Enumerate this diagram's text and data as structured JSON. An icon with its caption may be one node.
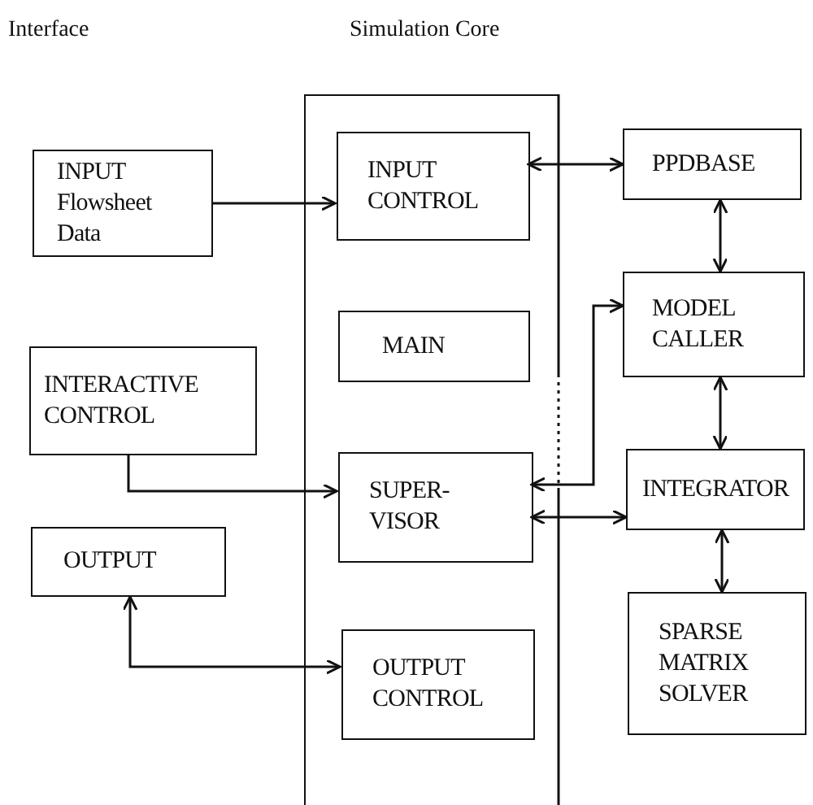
{
  "diagram": {
    "nodes": [
      {
        "text": [],
        "shape": "box"
      },
      {
        "text": [
          "INPUT Flowsheet Data"
        ]
      },
      {
        "text": [
          "INPUT CONTROL"
        ],
        "in": 0
      },
      {
        "text": [
          "MAIN"
        ],
        "in": 0
      },
      {
        "text": [
          "SUPER- VISOR"
        ],
        "in": 0
      },
      {
        "text": [
          "OUTPUT CONTROL"
        ],
        "in": 0
      },
      {
        "text": [
          "PPDBASE"
        ]
      },
      {
        "text": [
          "MODEL CALLER"
        ]
      },
      {
        "text": [
          "INTERACTIVE CONTROL"
        ]
      },
      {
        "text": [
          "INTEGRATOR"
        ]
      },
      {
        "text": [
          "OUTPUT"
        ]
      },
      {
        "text": [
          "SPARSE MATRIX SOLVER"
        ]
      }
    ],
    "edges": [
      {
        "from": 1,
        "to": 2,
        "arrow": "to"
      },
      {
        "from": 2,
        "to": 6,
        "arrow": "both"
      },
      {
        "from": 6,
        "to": 7,
        "arrow": "both"
      },
      {
        "from": 4,
        "to": 7,
        "arrow": "both"
      },
      {
        "from": 4,
        "to": 9,
        "arrow": "both"
      },
      {
        "from": 7,
        "to": 9,
        "arrow": "both"
      },
      {
        "from": 9,
        "to": 11,
        "arrow": "both"
      },
      {
        "from": 8,
        "to": 4,
        "arrow": "to"
      },
      {
        "from": 10,
        "to": 5,
        "arrow": "both"
      }
    ],
    "labels": [
      "Interface",
      "Simulation Core"
    ]
  }
}
